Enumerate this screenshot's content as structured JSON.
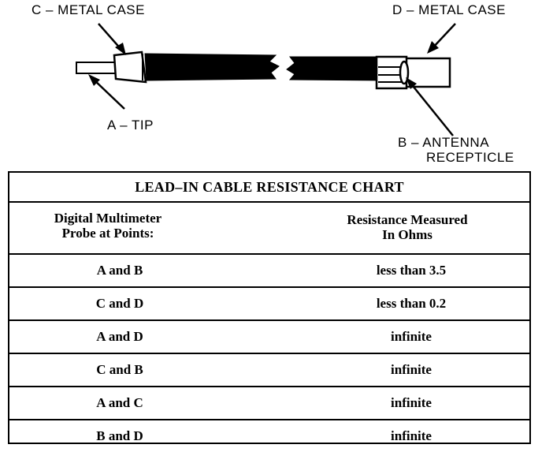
{
  "diagram": {
    "labels": {
      "c": "C – METAL CASE",
      "d": "D – METAL CASE",
      "a": "A – TIP",
      "b_line1": "B – ANTENNA",
      "b_line2": "RECEPTICLE"
    }
  },
  "chart": {
    "title": "LEAD–IN CABLE RESISTANCE CHART",
    "col1": [
      "Digital Multimeter",
      "Probe at Points:"
    ],
    "col2": [
      "Resistance Measured",
      "In Ohms"
    ],
    "rows": [
      {
        "points": "A and B",
        "resistance": "less than 3.5"
      },
      {
        "points": "C and D",
        "resistance": "less than 0.2"
      },
      {
        "points": "A and D",
        "resistance": "infinite"
      },
      {
        "points": "C and B",
        "resistance": "infinite"
      },
      {
        "points": "A and C",
        "resistance": "infinite"
      },
      {
        "points": "B and D",
        "resistance": "infinite"
      }
    ]
  }
}
